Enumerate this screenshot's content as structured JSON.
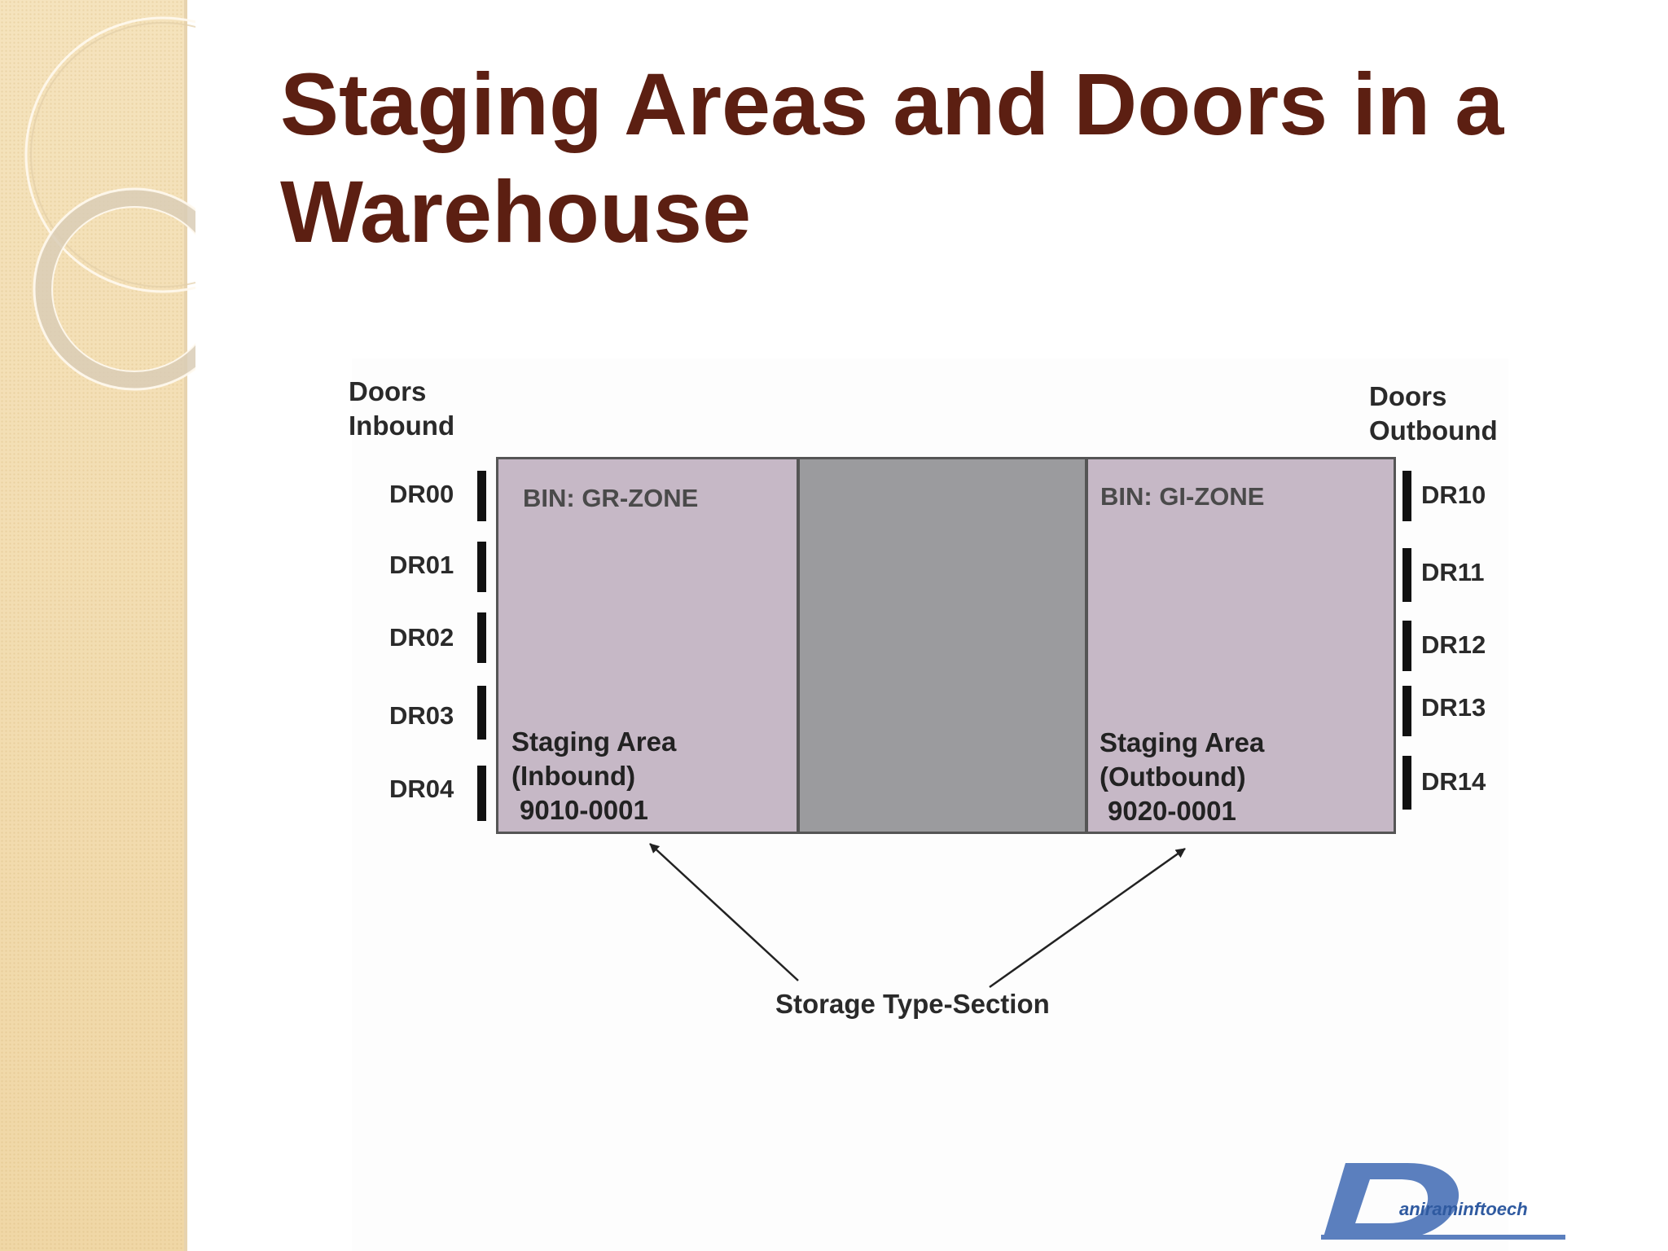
{
  "slide": {
    "title_line1": "Staging Areas and Doors in a",
    "title_line2": "Warehouse"
  },
  "diagram": {
    "inbound_header": [
      "Doors",
      "Inbound"
    ],
    "outbound_header": [
      "Doors",
      "Outbound"
    ],
    "inbound_doors": [
      "DR00",
      "DR01",
      "DR02",
      "DR03",
      "DR04"
    ],
    "outbound_doors": [
      "DR10",
      "DR11",
      "DR12",
      "DR13",
      "DR14"
    ],
    "inbound_area": {
      "bin": "BIN: GR-ZONE",
      "name": "Staging Area",
      "type": "(Inbound)",
      "code": "9010-0001"
    },
    "outbound_area": {
      "bin": "BIN: GI-ZONE",
      "name": "Staging Area",
      "type": "(Outbound)",
      "code": "9020-0001"
    },
    "caption": "Storage Type-Section"
  },
  "logo": {
    "text": "aniraminftoech"
  },
  "colors": {
    "title": "#5c1f12",
    "staging_fill": "#c6b8c6",
    "middle_fill": "#9b9b9e",
    "logo": "#2f5aa0"
  }
}
